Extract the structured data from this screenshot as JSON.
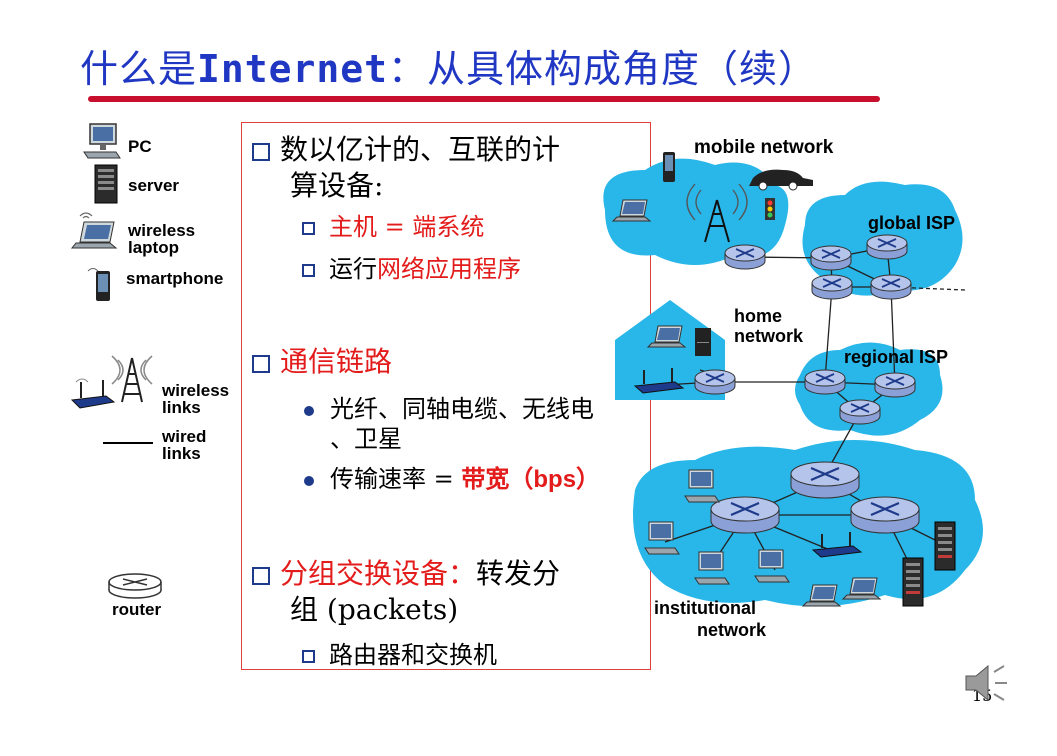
{
  "slide": {
    "title_part1": "什么是",
    "title_part2": "Internet",
    "title_part3": "：从具体构成角度（续）",
    "page_number": "15"
  },
  "legend": {
    "pc": "PC",
    "server": "server",
    "wireless_laptop": "wireless laptop",
    "smartphone": "smartphone",
    "wireless_links": "wireless links",
    "wired_links": "wired links",
    "router": "router"
  },
  "panel": {
    "b1_line1": "数以亿计的、互联的计",
    "b1_line2": "算设备:",
    "b1_sub1_red": "主机 = 端系统",
    "b1_sub2_prefix": "运行",
    "b1_sub2_red": "网络应用程序",
    "b2": "通信链路",
    "b2_sub1_line1": "光纤、同轴电缆、无线电",
    "b2_sub1_line2": "、卫星",
    "b2_sub2_prefix": "传输速率 = ",
    "b2_sub2_red": "带宽（bps）",
    "b3_red": "分组交换设备：",
    "b3_rest_line1": "转发分",
    "b3_line2": "组 (packets)",
    "b3_sub1": "路由器和交换机"
  },
  "network": {
    "mobile": "mobile network",
    "global": "global ISP",
    "home1": "home",
    "home2": "network",
    "regional": "regional ISP",
    "institutional1": "institutional",
    "institutional2": "network"
  },
  "colors": {
    "title": "#1f37c2",
    "accent_red": "#e31b1b",
    "cloud": "#29b6e8",
    "router": "#8aa0d6"
  }
}
